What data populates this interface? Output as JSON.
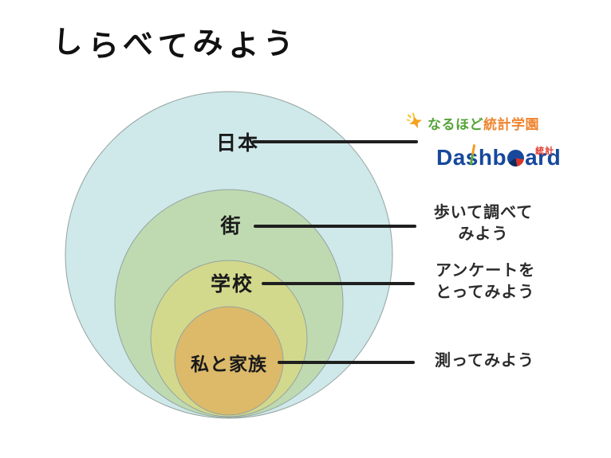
{
  "page": {
    "title": "しらべてみよう",
    "background": "#ffffff"
  },
  "diagram": {
    "type": "nested-circles",
    "stroke_color": "#94a39e",
    "connector_color": "#1f1f1f",
    "circles": [
      {
        "name": "japan",
        "label": "日本",
        "fill": "#cfe8ea"
      },
      {
        "name": "town",
        "label": "街",
        "fill": "#bfdab1"
      },
      {
        "name": "school",
        "label": "学校",
        "fill": "#d3d98c"
      },
      {
        "name": "me-and-family",
        "label": "私と家族",
        "fill": "#dcba6a"
      }
    ]
  },
  "annotations": {
    "town_note": {
      "line1": "歩いて調べて",
      "line2": "みよう"
    },
    "school_note": {
      "line1": "アンケートを",
      "line2": "とってみよう"
    },
    "family_note": {
      "line1": "測ってみよう"
    }
  },
  "logos": {
    "naruhodo": {
      "text_green": "なるほど",
      "text_orange": "統計学園",
      "green": "#55a339",
      "orange": "#ef8530",
      "star_color": "#f6a21d"
    },
    "dashboard": {
      "part1": "Da",
      "part_s": "s",
      "part2": "hb",
      "part3": "ard",
      "badge": "統計",
      "blue": "#17489b",
      "red": "#df392b"
    }
  }
}
